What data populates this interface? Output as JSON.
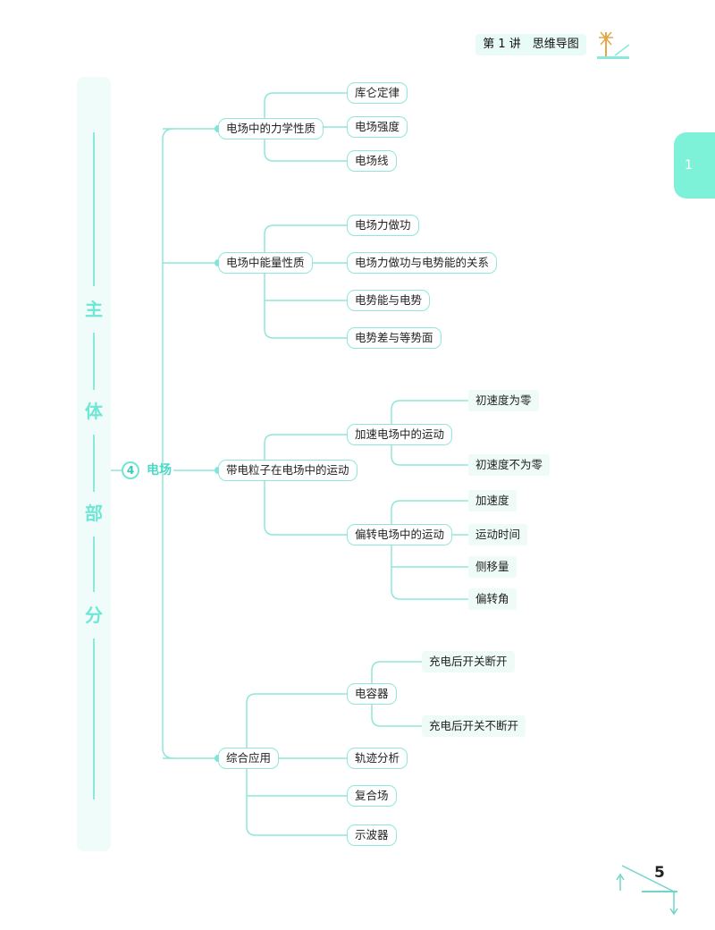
{
  "header": {
    "title": "第 1 讲　思维导图"
  },
  "side_tab": {
    "label": "1"
  },
  "left_band": {
    "chars": [
      "主",
      "体",
      "部",
      "分"
    ]
  },
  "mindmap": {
    "root": {
      "number": "4",
      "label": "电场"
    },
    "branches": [
      {
        "label": "电场中的力学性质",
        "children": [
          "库仑定律",
          "电场强度",
          "电场线"
        ]
      },
      {
        "label": "电场中能量性质",
        "children": [
          "电场力做功",
          "电场力做功与电势能的关系",
          "电势能与电势",
          "电势差与等势面"
        ]
      },
      {
        "label": "带电粒子在电场中的运动",
        "children": [
          {
            "label": "加速电场中的运动",
            "children": [
              "初速度为零",
              "初速度不为零"
            ]
          },
          {
            "label": "偏转电场中的运动",
            "children": [
              "加速度",
              "运动时间",
              "侧移量",
              "偏转角"
            ]
          }
        ]
      },
      {
        "label": "综合应用",
        "children": [
          {
            "label": "电容器",
            "children": [
              "充电后开关断开",
              "充电后开关不断开"
            ]
          },
          {
            "label": "轨迹分析"
          },
          {
            "label": "复合场"
          },
          {
            "label": "示波器"
          }
        ]
      }
    ]
  },
  "page_number": "5"
}
